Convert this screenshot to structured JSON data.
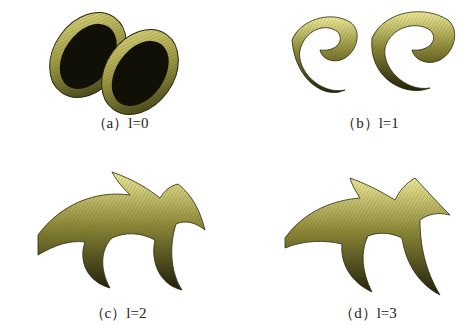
{
  "diagram": {
    "labels": [
      "（a）l=0",
      "（b）l=1",
      "（c）l=2",
      "（d）l=3"
    ]
  }
}
